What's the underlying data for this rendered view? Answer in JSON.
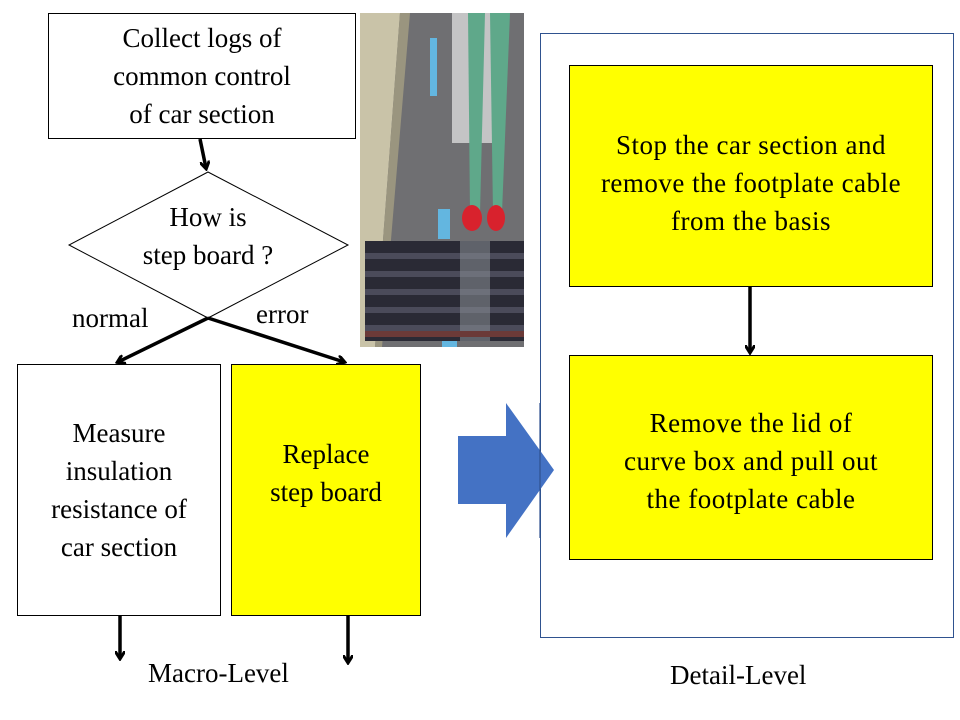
{
  "flow": {
    "collect_logs": "Collect logs of\ncommon  control\nof car section",
    "decision": "How is\nstep board ?",
    "branch_normal": "normal",
    "branch_error": "error",
    "measure": "Measure\ninsulation\nresistance  of\ncar section",
    "replace": "Replace\nstep board",
    "macro_label": "Macro-Level"
  },
  "detail": {
    "step1": "Stop the car section  and\nremove the footplate cable\nfrom the basis",
    "step2": "Remove the lid of\ncurve box and pull out\nthe footplate cable",
    "label": "Detail-Level"
  },
  "photo": {
    "description": "photo of step board on walkway with person in green trousers and red shoes"
  },
  "colors": {
    "highlight": "#ffff00",
    "arrow": "#4472c4",
    "panel_border": "#2f528f"
  }
}
